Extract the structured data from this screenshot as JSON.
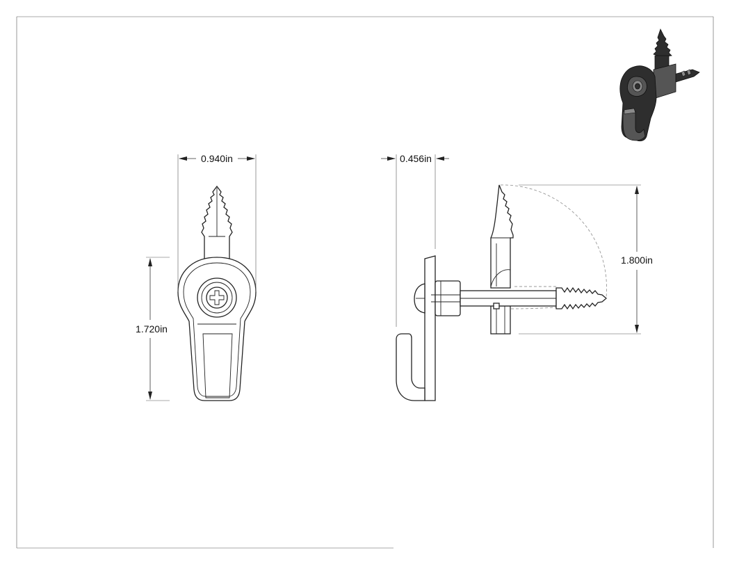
{
  "dimensions": {
    "front_width": "0.940in",
    "front_height": "1.720in",
    "side_depth": "0.456in",
    "side_height": "1.800in"
  },
  "colors": {
    "line": "#222222",
    "hidden_line": "#999999",
    "iso_shade": "#2e2e2e"
  }
}
